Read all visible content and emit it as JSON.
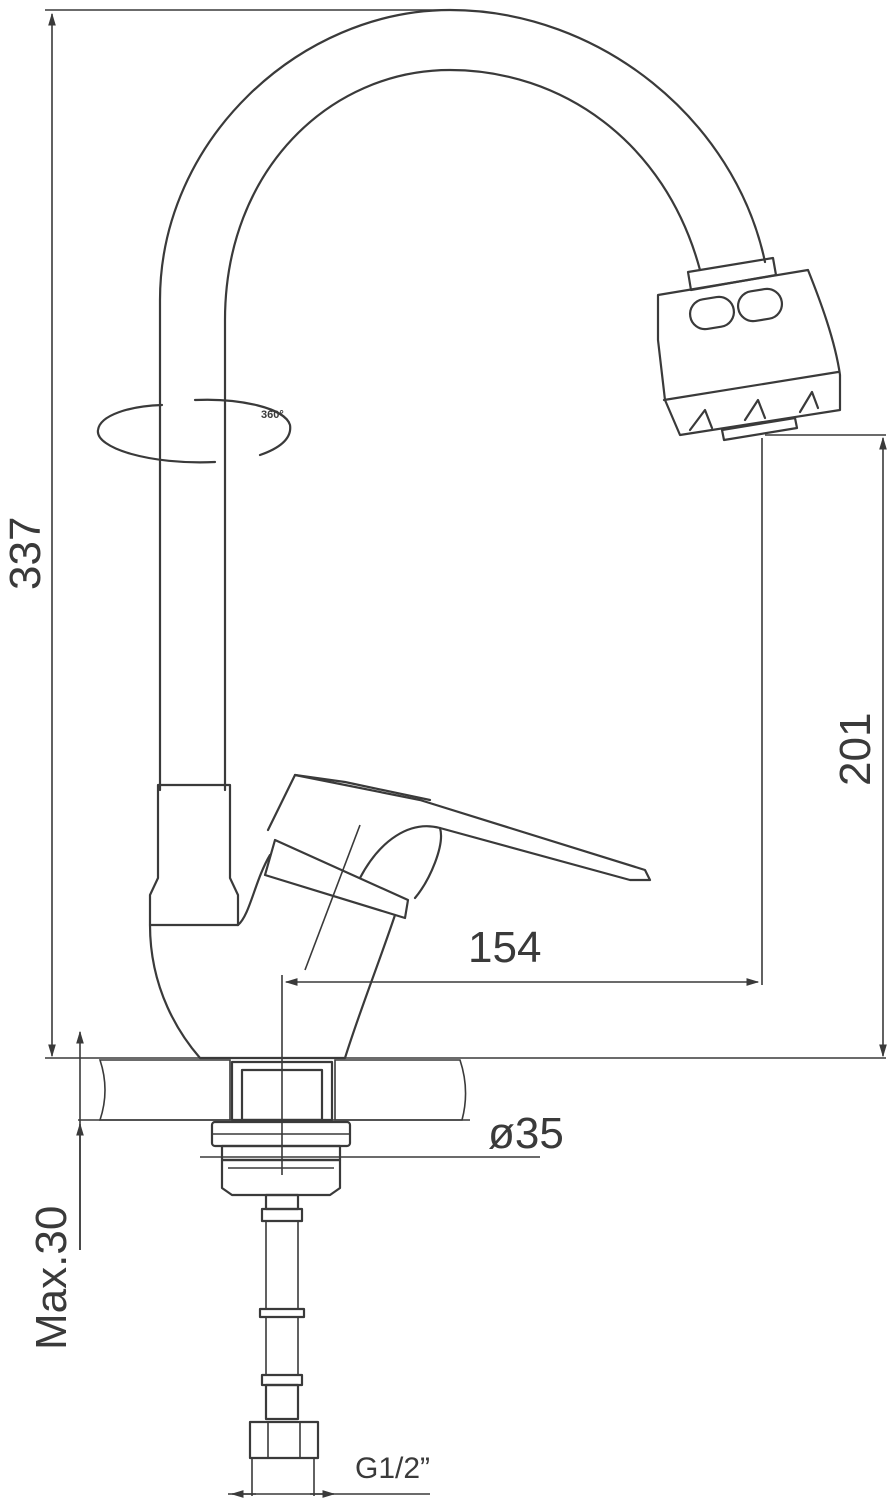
{
  "dimensions": {
    "total_height": "337",
    "spout_height": "201",
    "spout_reach": "154",
    "mount_hole_diameter": "ø35",
    "max_counter_thickness": "Max.30",
    "connection_thread": "G1/2”"
  },
  "annotations": {
    "rotation": "360°"
  },
  "colors": {
    "line": "#3a3a3a",
    "background": "#ffffff"
  }
}
